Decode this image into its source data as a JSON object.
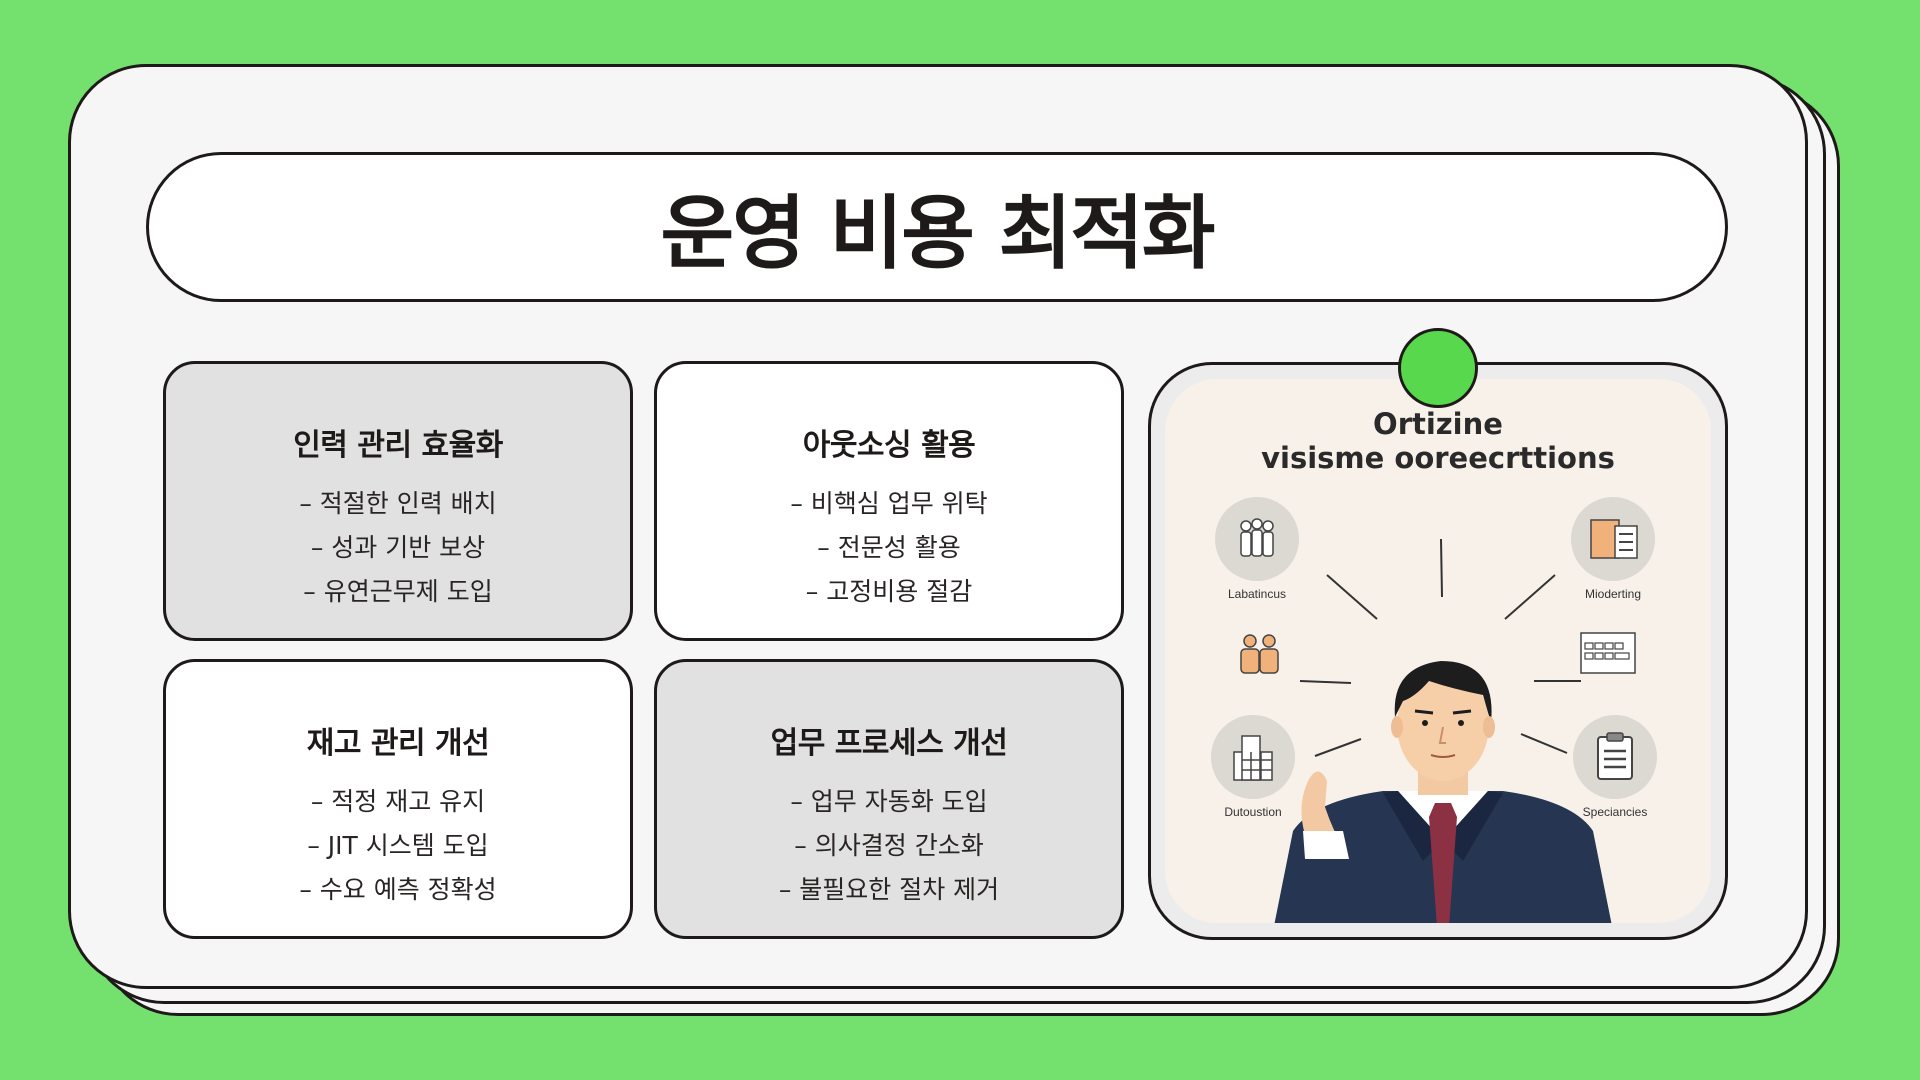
{
  "title": "운영 비용 최적화",
  "cards": [
    {
      "heading": "인력 관리 효율화",
      "items": [
        "– 적절한 인력 배치",
        "– 성과 기반 보상",
        "– 유연근무제 도입"
      ]
    },
    {
      "heading": "아웃소싱 활용",
      "items": [
        "– 비핵심 업무 위탁",
        "– 전문성 활용",
        "– 고정비용 절감"
      ]
    },
    {
      "heading": "재고 관리 개선",
      "items": [
        "– 적정 재고 유지",
        "– JIT 시스템 도입",
        "– 수요 예측 정확성"
      ]
    },
    {
      "heading": "업무 프로세스 개선",
      "items": [
        "– 업무 자동화 도입",
        "– 의사결정 간소화",
        "– 불필요한 절차 제거"
      ]
    }
  ],
  "illustration": {
    "title_line1": "Ortizine",
    "title_line2": "visisme ooreecrttions",
    "captions": {
      "top_left": "Labatincus",
      "top_right": "Mioderting",
      "bottom_left": "Dutoustion",
      "bottom_right": "Speciancies"
    },
    "icons": {
      "top_left": "people-group-icon",
      "mid_left": "team-pair-icon",
      "bottom_left": "building-icon",
      "top_right": "document-stack-icon",
      "mid_right": "keyboard-icon",
      "bottom_right": "clipboard-icon"
    }
  },
  "colors": {
    "background": "#74e06d",
    "pin": "#58d94d",
    "card_gray": "#e1e1e1",
    "outline": "#1f1a1a"
  }
}
